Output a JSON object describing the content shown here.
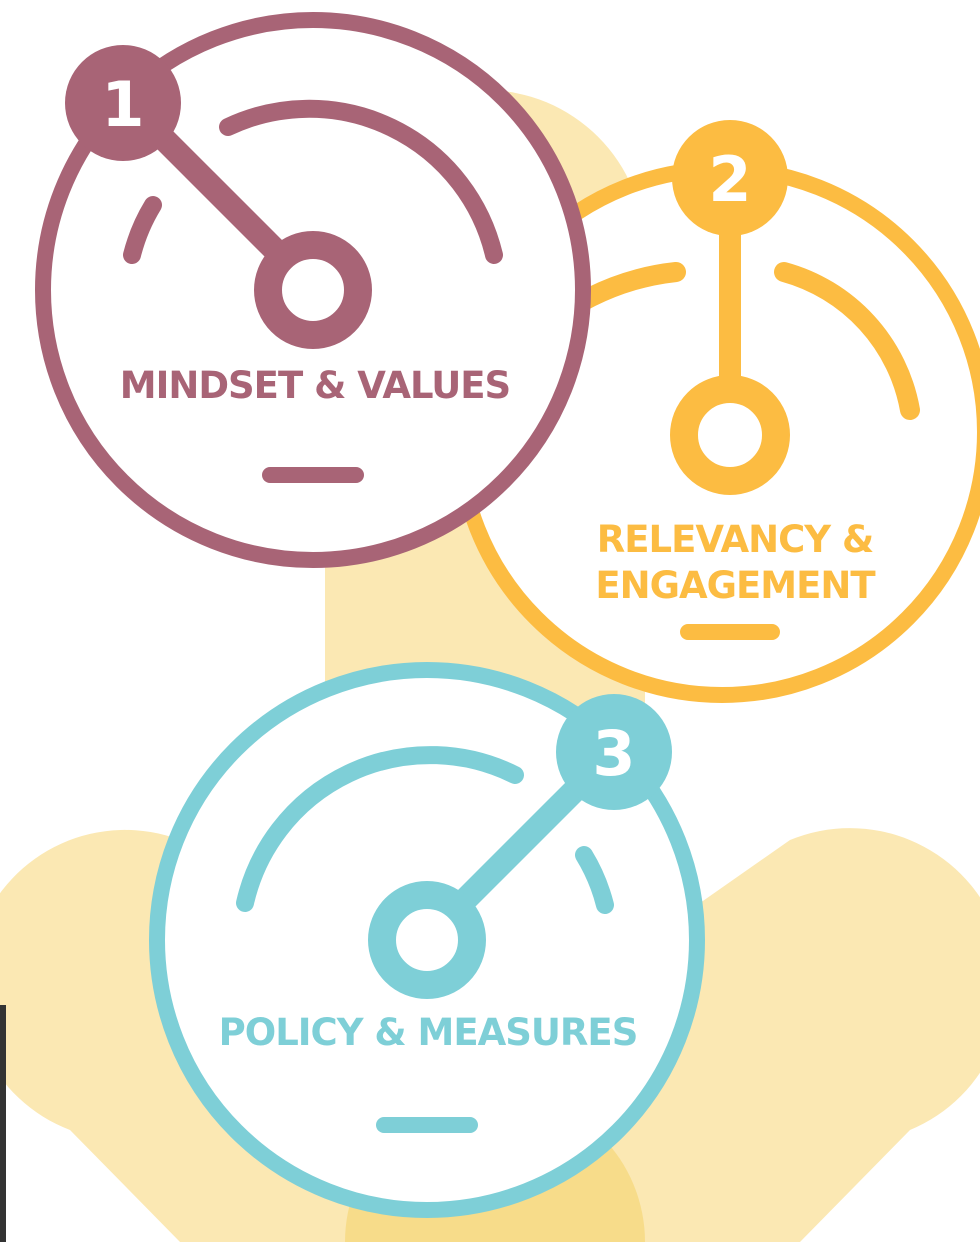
{
  "gauges": [
    {
      "number": "1",
      "label_lines": [
        "MINDSET & VALUES"
      ],
      "color": "#A86476"
    },
    {
      "number": "2",
      "label_lines": [
        "RELEVANCY &",
        "ENGAGEMENT"
      ],
      "color": "#FCBC42"
    },
    {
      "number": "3",
      "label_lines": [
        "POLICY & MEASURES"
      ],
      "color": "#7ECFD7"
    }
  ],
  "colors": {
    "background_shape": "#FBE8B3",
    "background_shape_dark": "#F7DC8A",
    "left_edge_bar": "#333333",
    "circle_fill": "#FFFFFF"
  }
}
